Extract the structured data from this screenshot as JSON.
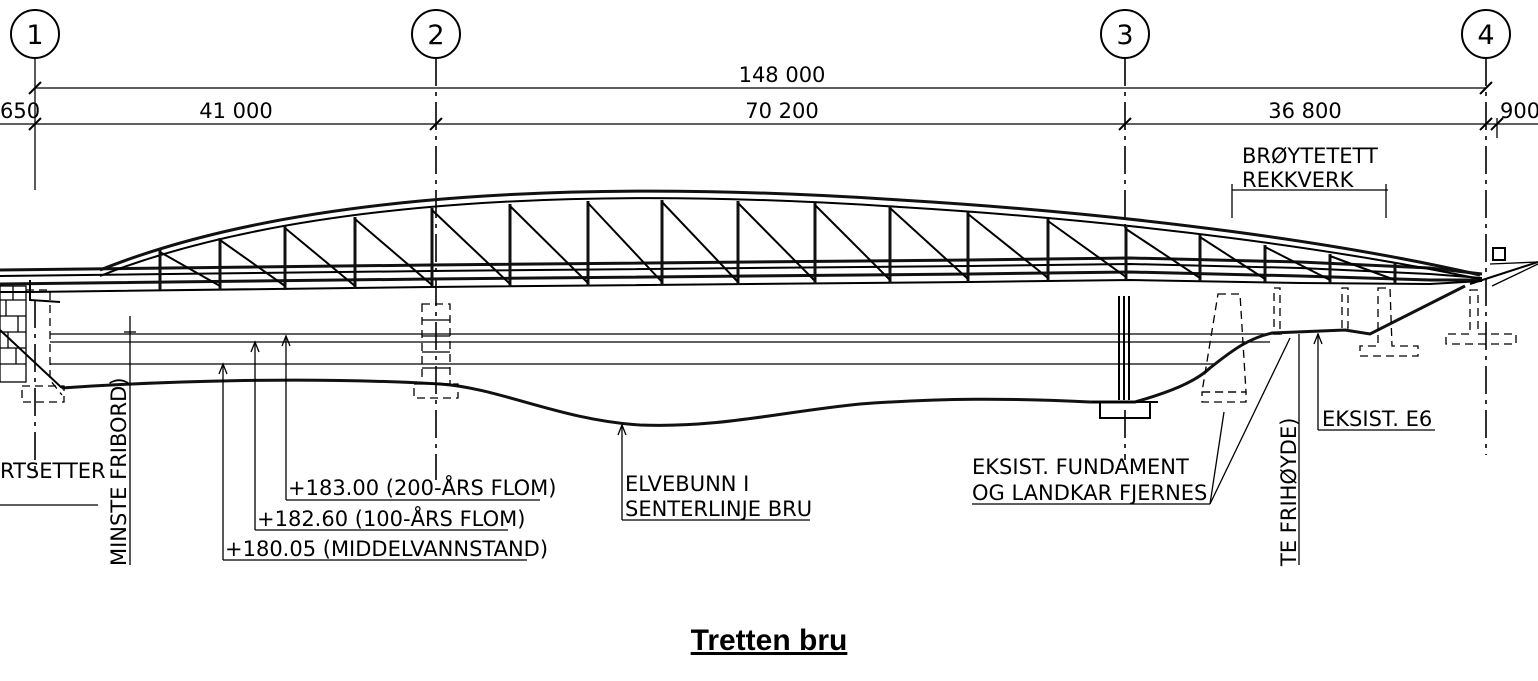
{
  "title": "Tretten bru",
  "axes": [
    "1",
    "2",
    "3",
    "4"
  ],
  "dimensions": {
    "total": "148 000",
    "left_stub": "650",
    "span_1_2": "41 000",
    "span_2_3": "70 200",
    "span_3_4": "36 800",
    "right_stub": "900"
  },
  "labels": {
    "railing_line1": "BRØYTETETT",
    "railing_line2": "REKKVERK",
    "flood_200": "+183.00 (200-ÅRS FLOM)",
    "flood_100": "+182.60 (100-ÅRS FLOM)",
    "mean_water": "+180.05 (MIDDELVANNSTAND)",
    "riverbed_line1": "ELVEBUNN I",
    "riverbed_line2": "SENTERLINJE BRU",
    "existing_line1": "EKSIST. FUNDAMENT",
    "existing_line2": "OG LANDKAR FJERNES",
    "existing_e6": "EKSIST. E6",
    "left_cut": "RTSETTER",
    "freeboard_left": "MINSTE FRIBORD)",
    "freeboard_right": "TE FRIHØYDE)"
  }
}
